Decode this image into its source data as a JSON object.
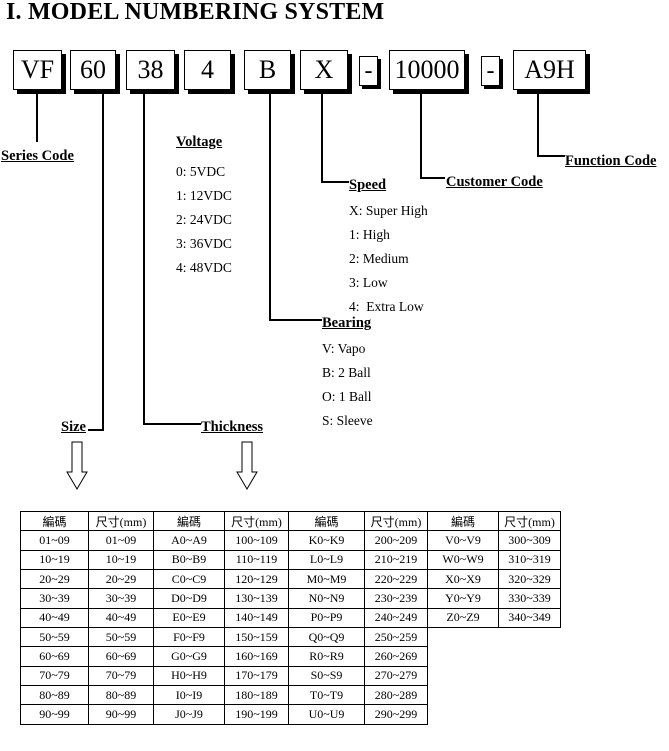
{
  "title": "I. MODEL NUMBERING SYSTEM",
  "code_boxes": [
    "VF",
    "60",
    "38",
    "4",
    "B",
    "X",
    "10000",
    "A9H"
  ],
  "dash": "-",
  "labels": {
    "series_code": "Series Code",
    "voltage": "Voltage",
    "speed": "Speed",
    "customer_code": "Customer Code",
    "function_code": "Function Code",
    "bearing": "Bearing",
    "size": "Size",
    "thickness": "Thickness"
  },
  "voltage_options": [
    "0: 5VDC",
    "1: 12VDC",
    "2: 24VDC",
    "3: 36VDC",
    "4: 48VDC"
  ],
  "speed_options": [
    "X: Super High",
    "1: High",
    "2: Medium",
    "3: Low",
    "4:  Extra Low"
  ],
  "bearing_options": [
    "V: Vapo",
    "B: 2 Ball",
    "O: 1 Ball",
    "S: Sleeve"
  ],
  "table": {
    "headers": [
      "編碼",
      "尺寸(mm)",
      "編碼",
      "尺寸(mm)",
      "編碼",
      "尺寸(mm)",
      "編碼",
      "尺寸(mm)"
    ],
    "rows": [
      [
        "01~09",
        "01~09",
        "A0~A9",
        "100~109",
        "K0~K9",
        "200~209",
        "V0~V9",
        "300~309"
      ],
      [
        "10~19",
        "10~19",
        "B0~B9",
        "110~119",
        "L0~L9",
        "210~219",
        "W0~W9",
        "310~319"
      ],
      [
        "20~29",
        "20~29",
        "C0~C9",
        "120~129",
        "M0~M9",
        "220~229",
        "X0~X9",
        "320~329"
      ],
      [
        "30~39",
        "30~39",
        "D0~D9",
        "130~139",
        "N0~N9",
        "230~239",
        "Y0~Y9",
        "330~339"
      ],
      [
        "40~49",
        "40~49",
        "E0~E9",
        "140~149",
        "P0~P9",
        "240~249",
        "Z0~Z9",
        "340~349"
      ],
      [
        "50~59",
        "50~59",
        "F0~F9",
        "150~159",
        "Q0~Q9",
        "250~259",
        "",
        ""
      ],
      [
        "60~69",
        "60~69",
        "G0~G9",
        "160~169",
        "R0~R9",
        "260~269",
        "",
        ""
      ],
      [
        "70~79",
        "70~79",
        "H0~H9",
        "170~179",
        "S0~S9",
        "270~279",
        "",
        ""
      ],
      [
        "80~89",
        "80~89",
        "I0~I9",
        "180~189",
        "T0~T9",
        "280~289",
        "",
        ""
      ],
      [
        "90~99",
        "90~99",
        "J0~J9",
        "190~199",
        "U0~U9",
        "290~299",
        "",
        ""
      ]
    ]
  }
}
